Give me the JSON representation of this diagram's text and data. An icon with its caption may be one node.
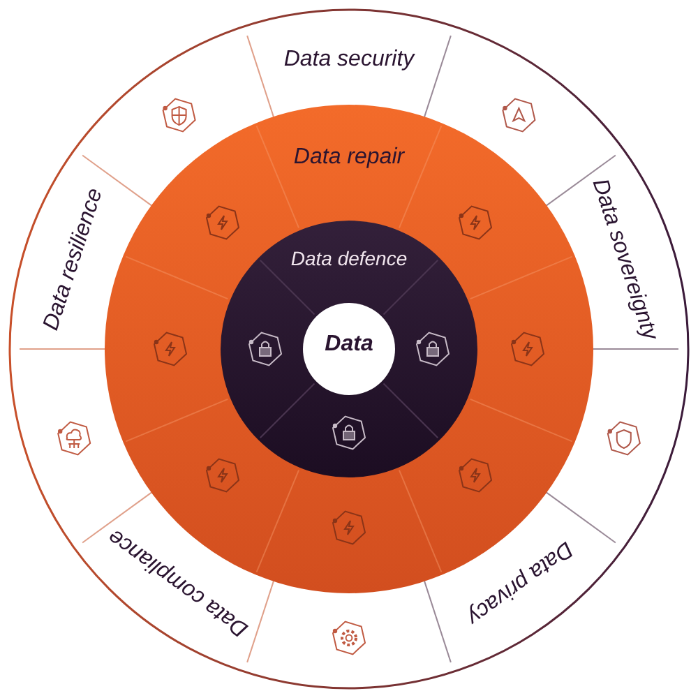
{
  "diagram": {
    "nodes": [
      {
        "text": [
          "Data repair"
        ]
      },
      {
        "text": [
          "Data defence"
        ],
        "in": 0
      },
      {
        "text": [
          "Data"
        ],
        "in": 1
      },
      {
        "text": [
          "Data security"
        ]
      },
      {
        "text": [
          "Data sovereignty"
        ]
      },
      {
        "text": [
          "Data privacy"
        ]
      },
      {
        "text": [
          "Data compliance"
        ]
      },
      {
        "text": [
          "Data resilience"
        ]
      }
    ]
  }
}
